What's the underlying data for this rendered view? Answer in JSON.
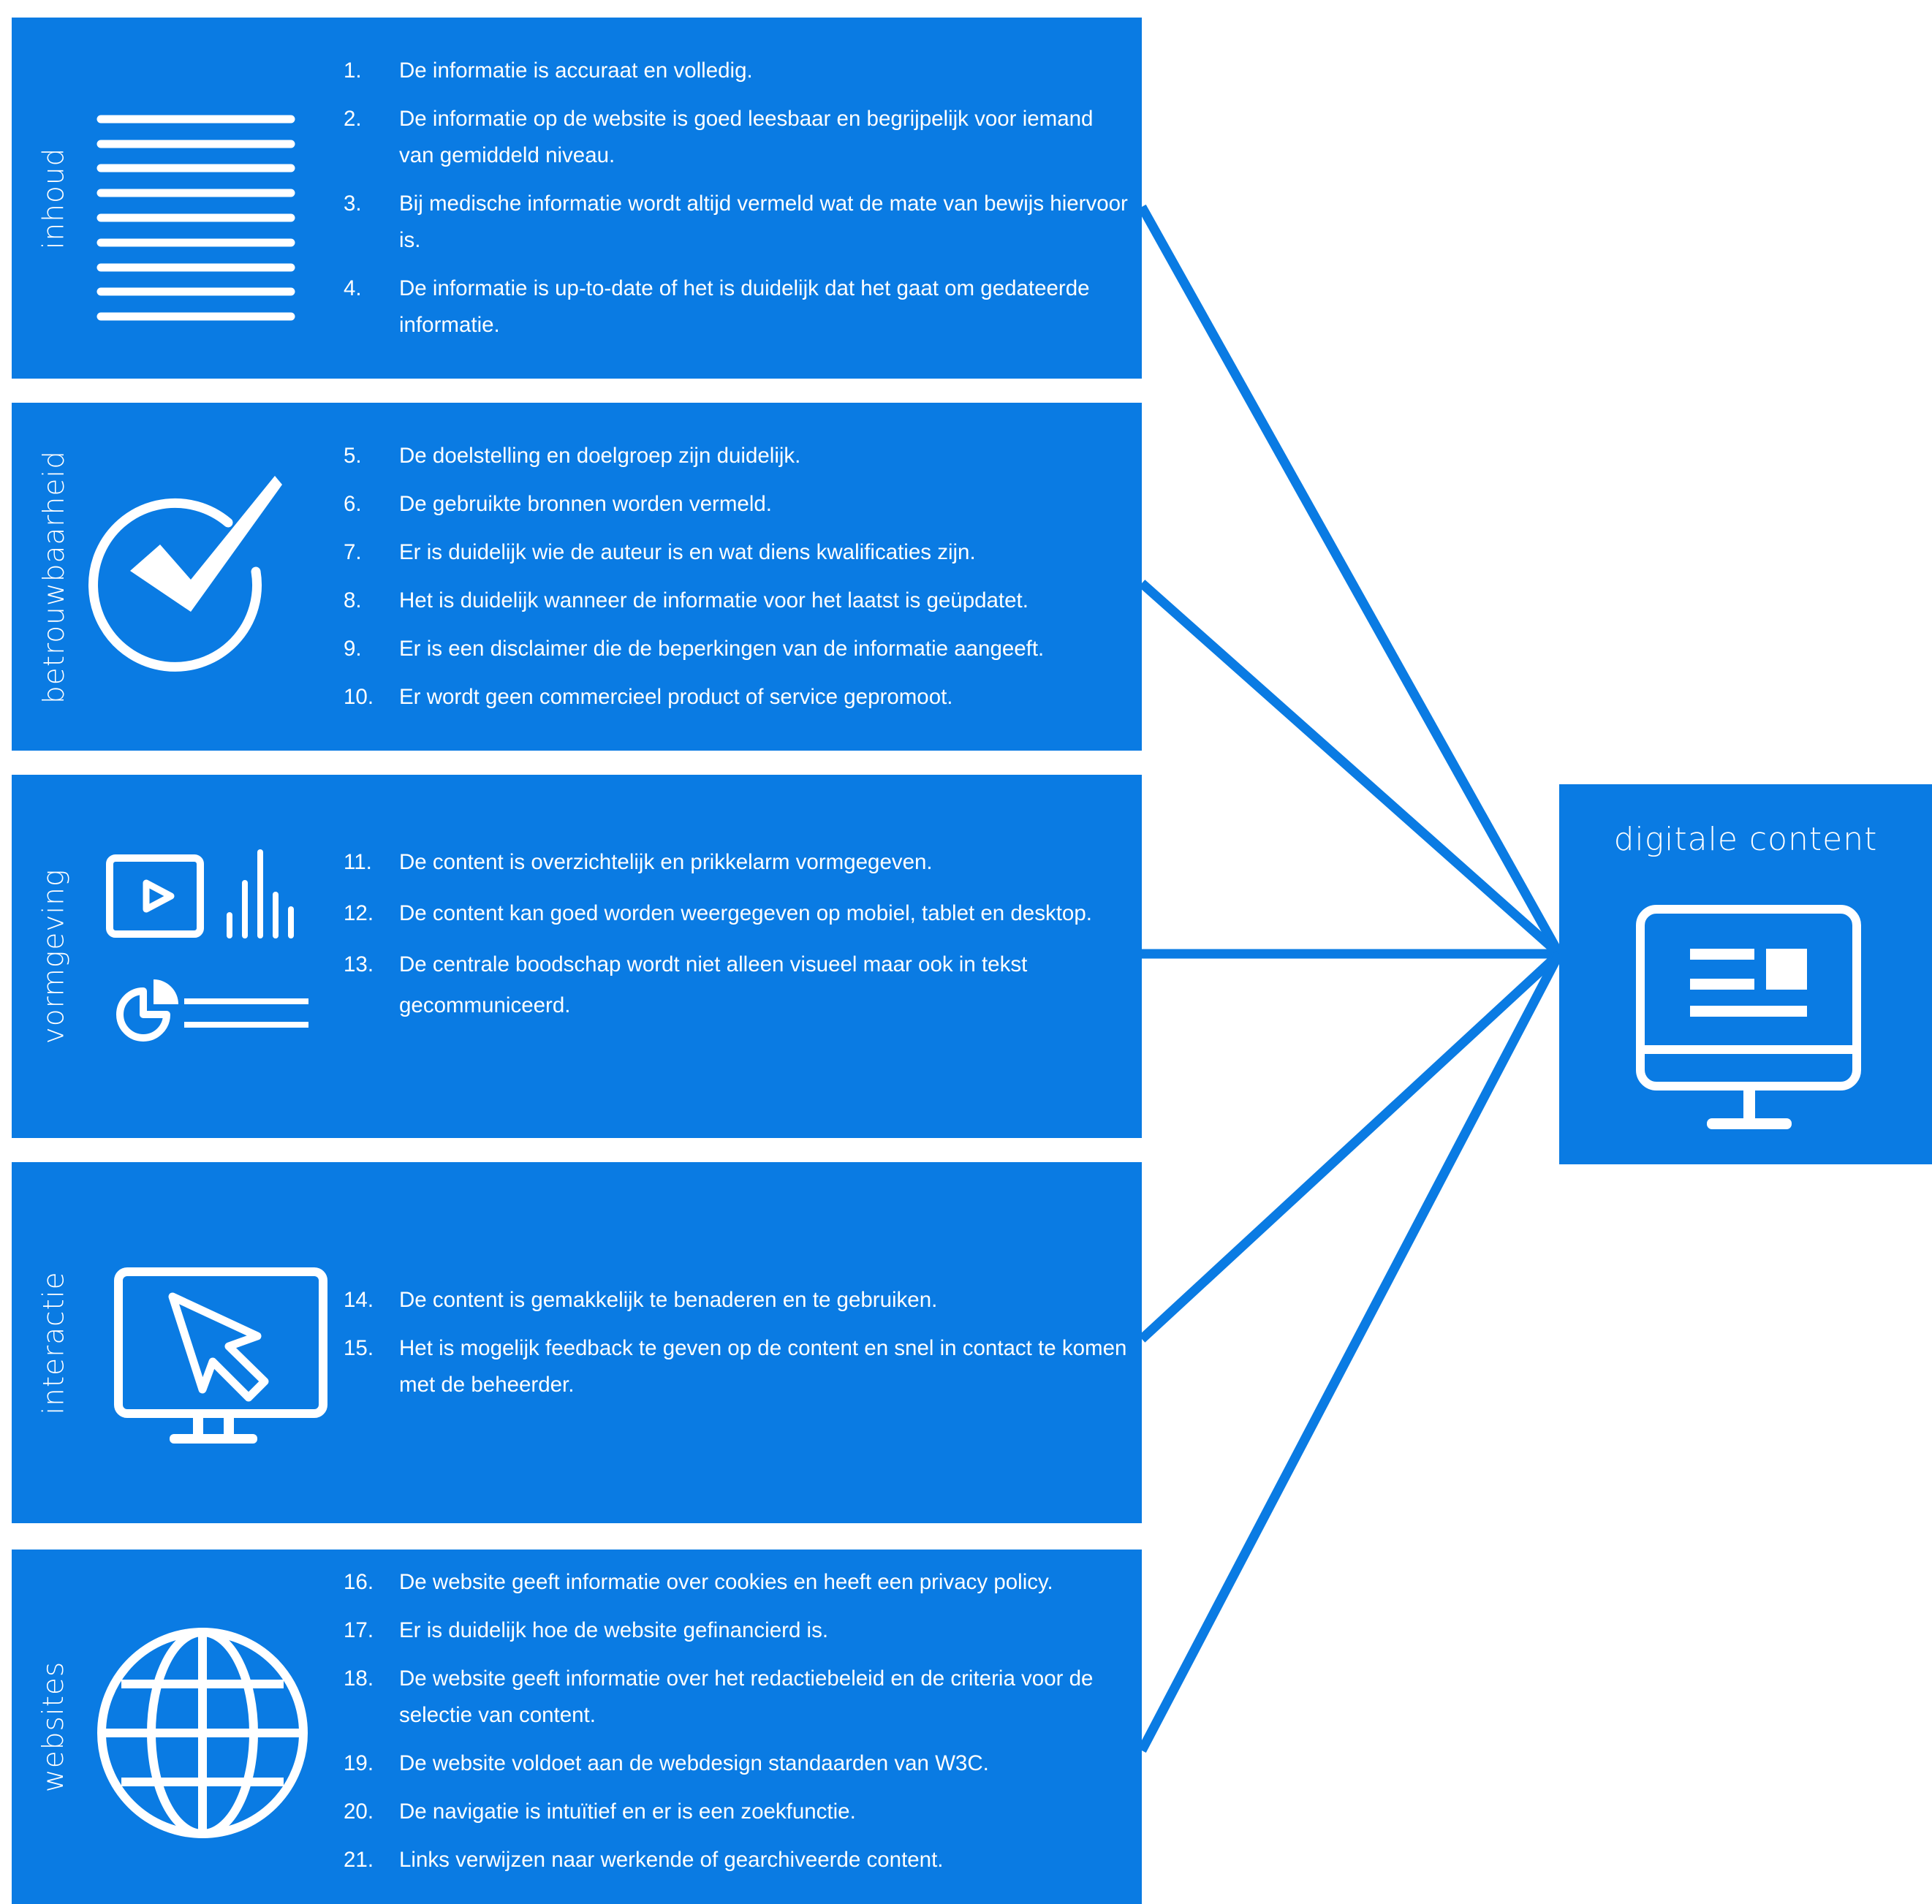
{
  "colors": {
    "accent": "#0a7be3",
    "background": "#ffffff",
    "foreground": "#ffffff"
  },
  "sections": [
    {
      "label": "inhoud",
      "icon": "text-lines-icon",
      "items": [
        {
          "num": "1.",
          "text": "De informatie is accuraat en volledig."
        },
        {
          "num": "2.",
          "text": "De informatie op de website is goed leesbaar en begrijpelijk voor iemand van gemiddeld niveau."
        },
        {
          "num": "3.",
          "text": "Bij medische informatie wordt altijd vermeld wat de mate van bewijs hiervoor is."
        },
        {
          "num": "4.",
          "text": "De informatie is up-to-date of het is duidelijk dat het gaat om gedateerde informatie."
        }
      ]
    },
    {
      "label": "betrouwbaarheid",
      "icon": "checkmark-circle-icon",
      "items": [
        {
          "num": "5.",
          "text": "De doelstelling en doelgroep zijn duidelijk."
        },
        {
          "num": "6.",
          "text": "De gebruikte bronnen worden vermeld."
        },
        {
          "num": "7.",
          "text": "Er is duidelijk wie de auteur is en wat diens kwalificaties zijn."
        },
        {
          "num": "8.",
          "text": "Het is duidelijk wanneer de informatie voor het laatst is geüpdatet."
        },
        {
          "num": "9.",
          "text": "Er is een disclaimer die de beperkingen van de informatie aangeeft."
        },
        {
          "num": "10.",
          "text": "Er wordt geen commercieel product of service gepromoot."
        }
      ]
    },
    {
      "label": "vormgeving",
      "icon": "media-layout-icon",
      "items": [
        {
          "num": "11.",
          "text": "De content is overzichtelijk en prikkelarm vormgegeven."
        },
        {
          "num": "12.",
          "text": "De content kan goed worden weergegeven op mobiel, tablet en desktop."
        },
        {
          "num": "13.",
          "text": "De centrale boodschap wordt niet alleen visueel maar ook in tekst gecommuniceerd."
        }
      ]
    },
    {
      "label": "interactie",
      "icon": "monitor-cursor-icon",
      "items": [
        {
          "num": "14.",
          "text": "De content is gemakkelijk te benaderen en te gebruiken."
        },
        {
          "num": "15.",
          "text": "Het is mogelijk feedback te geven op de content en snel in contact te komen met de beheerder."
        }
      ]
    },
    {
      "label": "websites",
      "icon": "globe-icon",
      "items": [
        {
          "num": "16.",
          "text": "De website geeft informatie over cookies en heeft een privacy policy."
        },
        {
          "num": "17.",
          "text": "Er is duidelijk hoe de website gefinancierd is."
        },
        {
          "num": "18.",
          "text": "De website geeft informatie over het redactiebeleid en de criteria voor de selectie van content."
        },
        {
          "num": "19.",
          "text": "De website voldoet aan de webdesign standaarden van W3C."
        },
        {
          "num": "20.",
          "text": "De navigatie is intuïtief en er is een zoekfunctie."
        },
        {
          "num": "21.",
          "text": "Links verwijzen naar werkende of gearchiveerde content."
        }
      ]
    }
  ],
  "target": {
    "label": "digitale content",
    "icon": "monitor-content-icon"
  }
}
